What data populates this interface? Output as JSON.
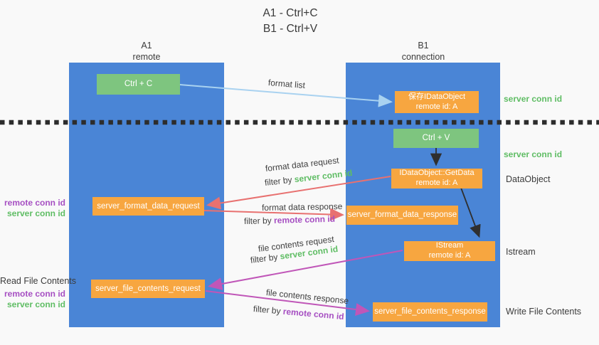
{
  "title": {
    "line1": "A1 - Ctrl+C",
    "line2": "B1 - Ctrl+V"
  },
  "lanes": {
    "left": {
      "name": "A1",
      "role": "remote"
    },
    "right": {
      "name": "B1",
      "role": "connection"
    }
  },
  "boxes": {
    "ctrl_c": {
      "label": "Ctrl + C"
    },
    "save_dataobject": {
      "line1": "保存IDataObject",
      "line2": "remote id: A"
    },
    "ctrl_v": {
      "label": "Ctrl + V"
    },
    "getdata": {
      "line1": "IDataObject::GetData",
      "line2": "remote id: A"
    },
    "istream": {
      "line1": "IStream",
      "line2": "remote id: A"
    },
    "format_request": {
      "label": "server_format_data_request"
    },
    "format_response": {
      "label": "server_format_data_response"
    },
    "file_request": {
      "label": "server_file_contents_request"
    },
    "file_response": {
      "label": "server_file_contents_response"
    }
  },
  "arrow_labels": {
    "format_list": "format list",
    "format_data_request": "format data request",
    "format_data_response": "format data response",
    "file_contents_request": "file contents request",
    "file_contents_response": "file contents response",
    "filter_by": "filter by ",
    "server_conn_id": "server conn id",
    "remote_conn_id": "remote conn id"
  },
  "side_labels": {
    "server_conn_id_top": "server conn id",
    "server_conn_id_mid": "server conn id",
    "data_object": "DataObject",
    "istream": "Istream",
    "write_file_contents": "Write File Contents",
    "read_file_contents": "Read File Contents",
    "remote_conn_id": "remote conn id",
    "server_conn_id": "server conn id"
  },
  "colors": {
    "background": "#f9f9f9",
    "lane_blue": "#4a85d6",
    "node_green": "#7ec57f",
    "node_orange": "#f7a640",
    "arrow_light_blue": "#a9d2f0",
    "arrow_salmon": "#e87170",
    "arrow_magenta": "#c056b8",
    "arrow_black": "#2f2f2f",
    "text_green": "#5fbd64",
    "text_purple": "#a64fc2",
    "divider_dash": "#2d2d2d"
  }
}
